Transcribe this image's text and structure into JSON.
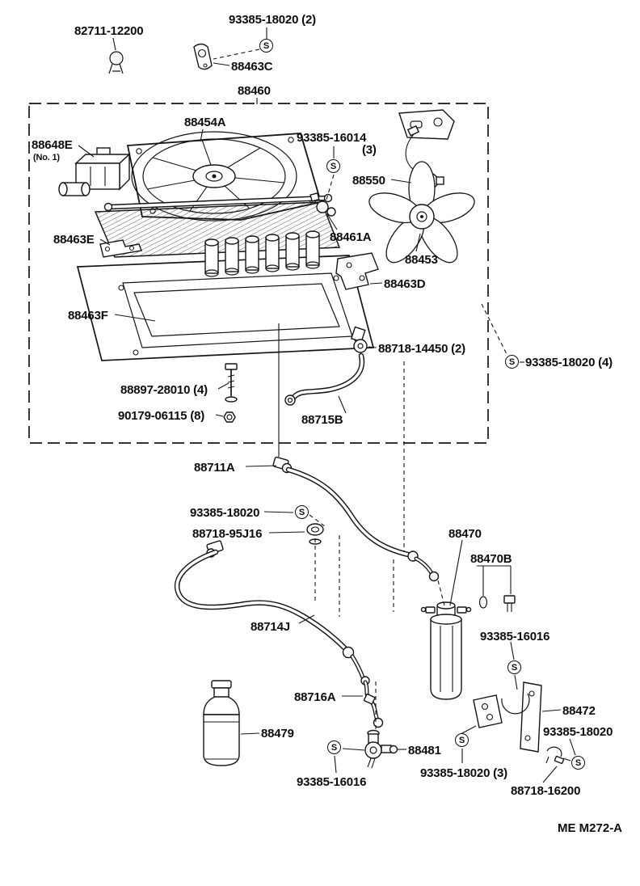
{
  "colors": {
    "ink": "#111111",
    "paper": "#ffffff"
  },
  "symbols": {
    "s": "S"
  },
  "footer": {
    "doc_code": "ME M272-A"
  },
  "labels": [
    {
      "text": "82711-12200"
    },
    {
      "text": "93385-18020 (2)"
    },
    {
      "text": "88463C"
    },
    {
      "text": "88460"
    },
    {
      "text": "88454A"
    },
    {
      "text": "88648E"
    },
    {
      "text": "(No. 1)"
    },
    {
      "text": "93385-16014"
    },
    {
      "text": "(3)"
    },
    {
      "text": "88550"
    },
    {
      "text": "88463E"
    },
    {
      "text": "88461A"
    },
    {
      "text": "88453"
    },
    {
      "text": "88463D"
    },
    {
      "text": "88463F"
    },
    {
      "text": "88718-14450 (2)"
    },
    {
      "text": "93385-18020 (4)"
    },
    {
      "text": "88897-28010 (4)"
    },
    {
      "text": "90179-06115 (8)"
    },
    {
      "text": "88715B"
    },
    {
      "text": "88711A"
    },
    {
      "text": "93385-18020"
    },
    {
      "text": "88718-95J16"
    },
    {
      "text": "88470"
    },
    {
      "text": "88470B"
    },
    {
      "text": "88714J"
    },
    {
      "text": "93385-16016"
    },
    {
      "text": "88716A"
    },
    {
      "text": "88472"
    },
    {
      "text": "88479"
    },
    {
      "text": "93385-18020"
    },
    {
      "text": "88481"
    },
    {
      "text": "93385-16016"
    },
    {
      "text": "93385-18020 (3)"
    },
    {
      "text": "88718-16200"
    }
  ]
}
